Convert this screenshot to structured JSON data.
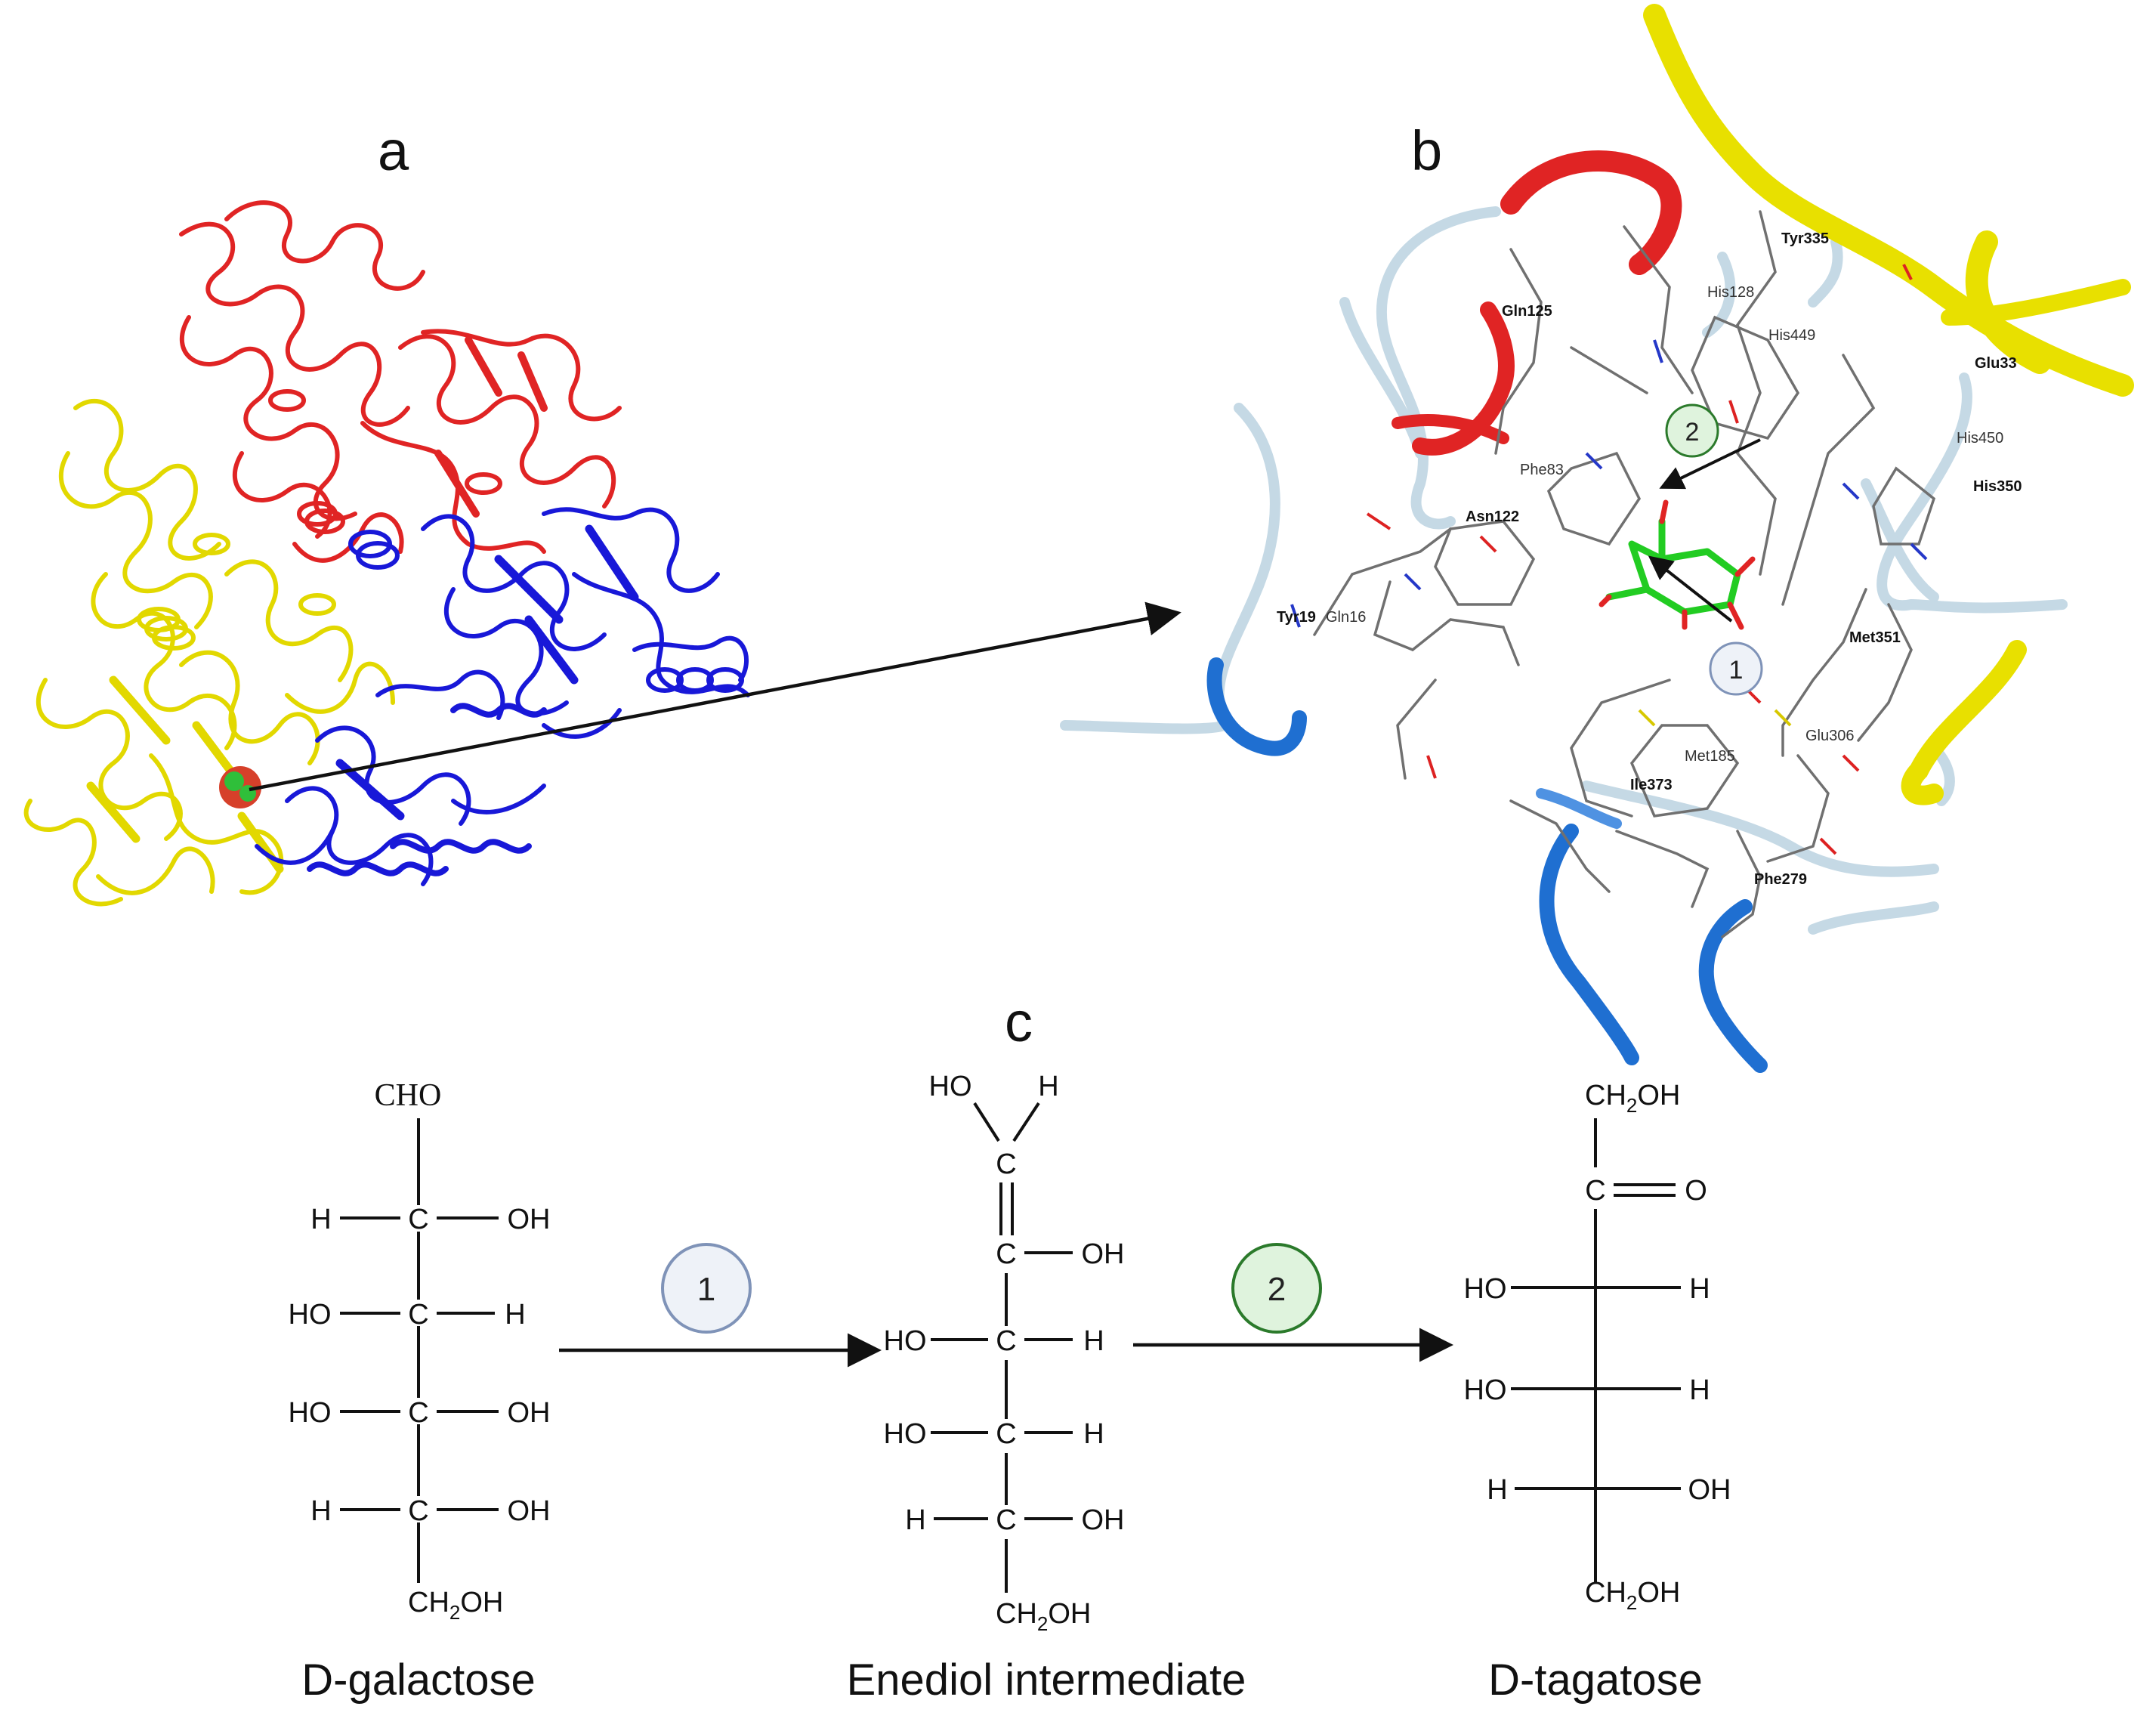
{
  "panels": {
    "a": "a",
    "b": "b",
    "c": "c"
  },
  "colors": {
    "chain_red": "#e02424",
    "chain_yellow": "#e8e000",
    "chain_blue": "#1a1ad6",
    "loop_gray": "#c9dbe6",
    "loop_blue": "#1f6fd1",
    "ligand_green": "#22cc22",
    "step1_fill": "#eef2f8",
    "step1_stroke": "#7f93b8",
    "step2_fill": "#dff3dd",
    "step2_stroke": "#2b7a2b"
  },
  "residues": {
    "tyr335": "Tyr335",
    "his128": "His128",
    "gln125": "Gln125",
    "his449": "His449",
    "glu33": "Glu33",
    "his450": "His450",
    "his350": "His350",
    "phe83": "Phe83",
    "asn122": "Asn122",
    "tyr19": "Tyr19",
    "gln16": "Gln16",
    "met351": "Met351",
    "glu306": "Glu306",
    "met185": "Met185",
    "ile373": "Ile373",
    "phe279": "Phe279"
  },
  "steps": {
    "one": "1",
    "two": "2"
  },
  "galactose": {
    "top": "CHO",
    "r1_left": "H",
    "r1_c": "C",
    "r1_right": "OH",
    "r2_left": "HO",
    "r2_c": "C",
    "r2_right": "H",
    "r3_left": "HO",
    "r3_c": "C",
    "r3_right": "OH",
    "r4_left": "H",
    "r4_c": "C",
    "r4_right": "OH",
    "bottom": "CH",
    "bottom_sub": "2",
    "bottom_tail": "OH",
    "name": "D-galactose"
  },
  "enediol": {
    "top_left": "HO",
    "top_right": "H",
    "c1": "C",
    "c2": "C",
    "c2_right": "OH",
    "r3_left": "HO",
    "r3_c": "C",
    "r3_right": "H",
    "r4_left": "HO",
    "r4_c": "C",
    "r4_right": "H",
    "r5_left": "H",
    "r5_c": "C",
    "r5_right": "OH",
    "bottom": "CH",
    "bottom_sub": "2",
    "bottom_tail": "OH",
    "name": "Enediol intermediate"
  },
  "tagatose": {
    "top": "CH",
    "top_sub": "2",
    "top_tail": "OH",
    "c2": "C",
    "c2_right": "O",
    "r3_left": "HO",
    "r3_right": "H",
    "r4_left": "HO",
    "r4_right": "H",
    "r5_left": "H",
    "r5_right": "OH",
    "bottom": "CH",
    "bottom_sub": "2",
    "bottom_tail": "OH",
    "name": "D-tagatose"
  }
}
